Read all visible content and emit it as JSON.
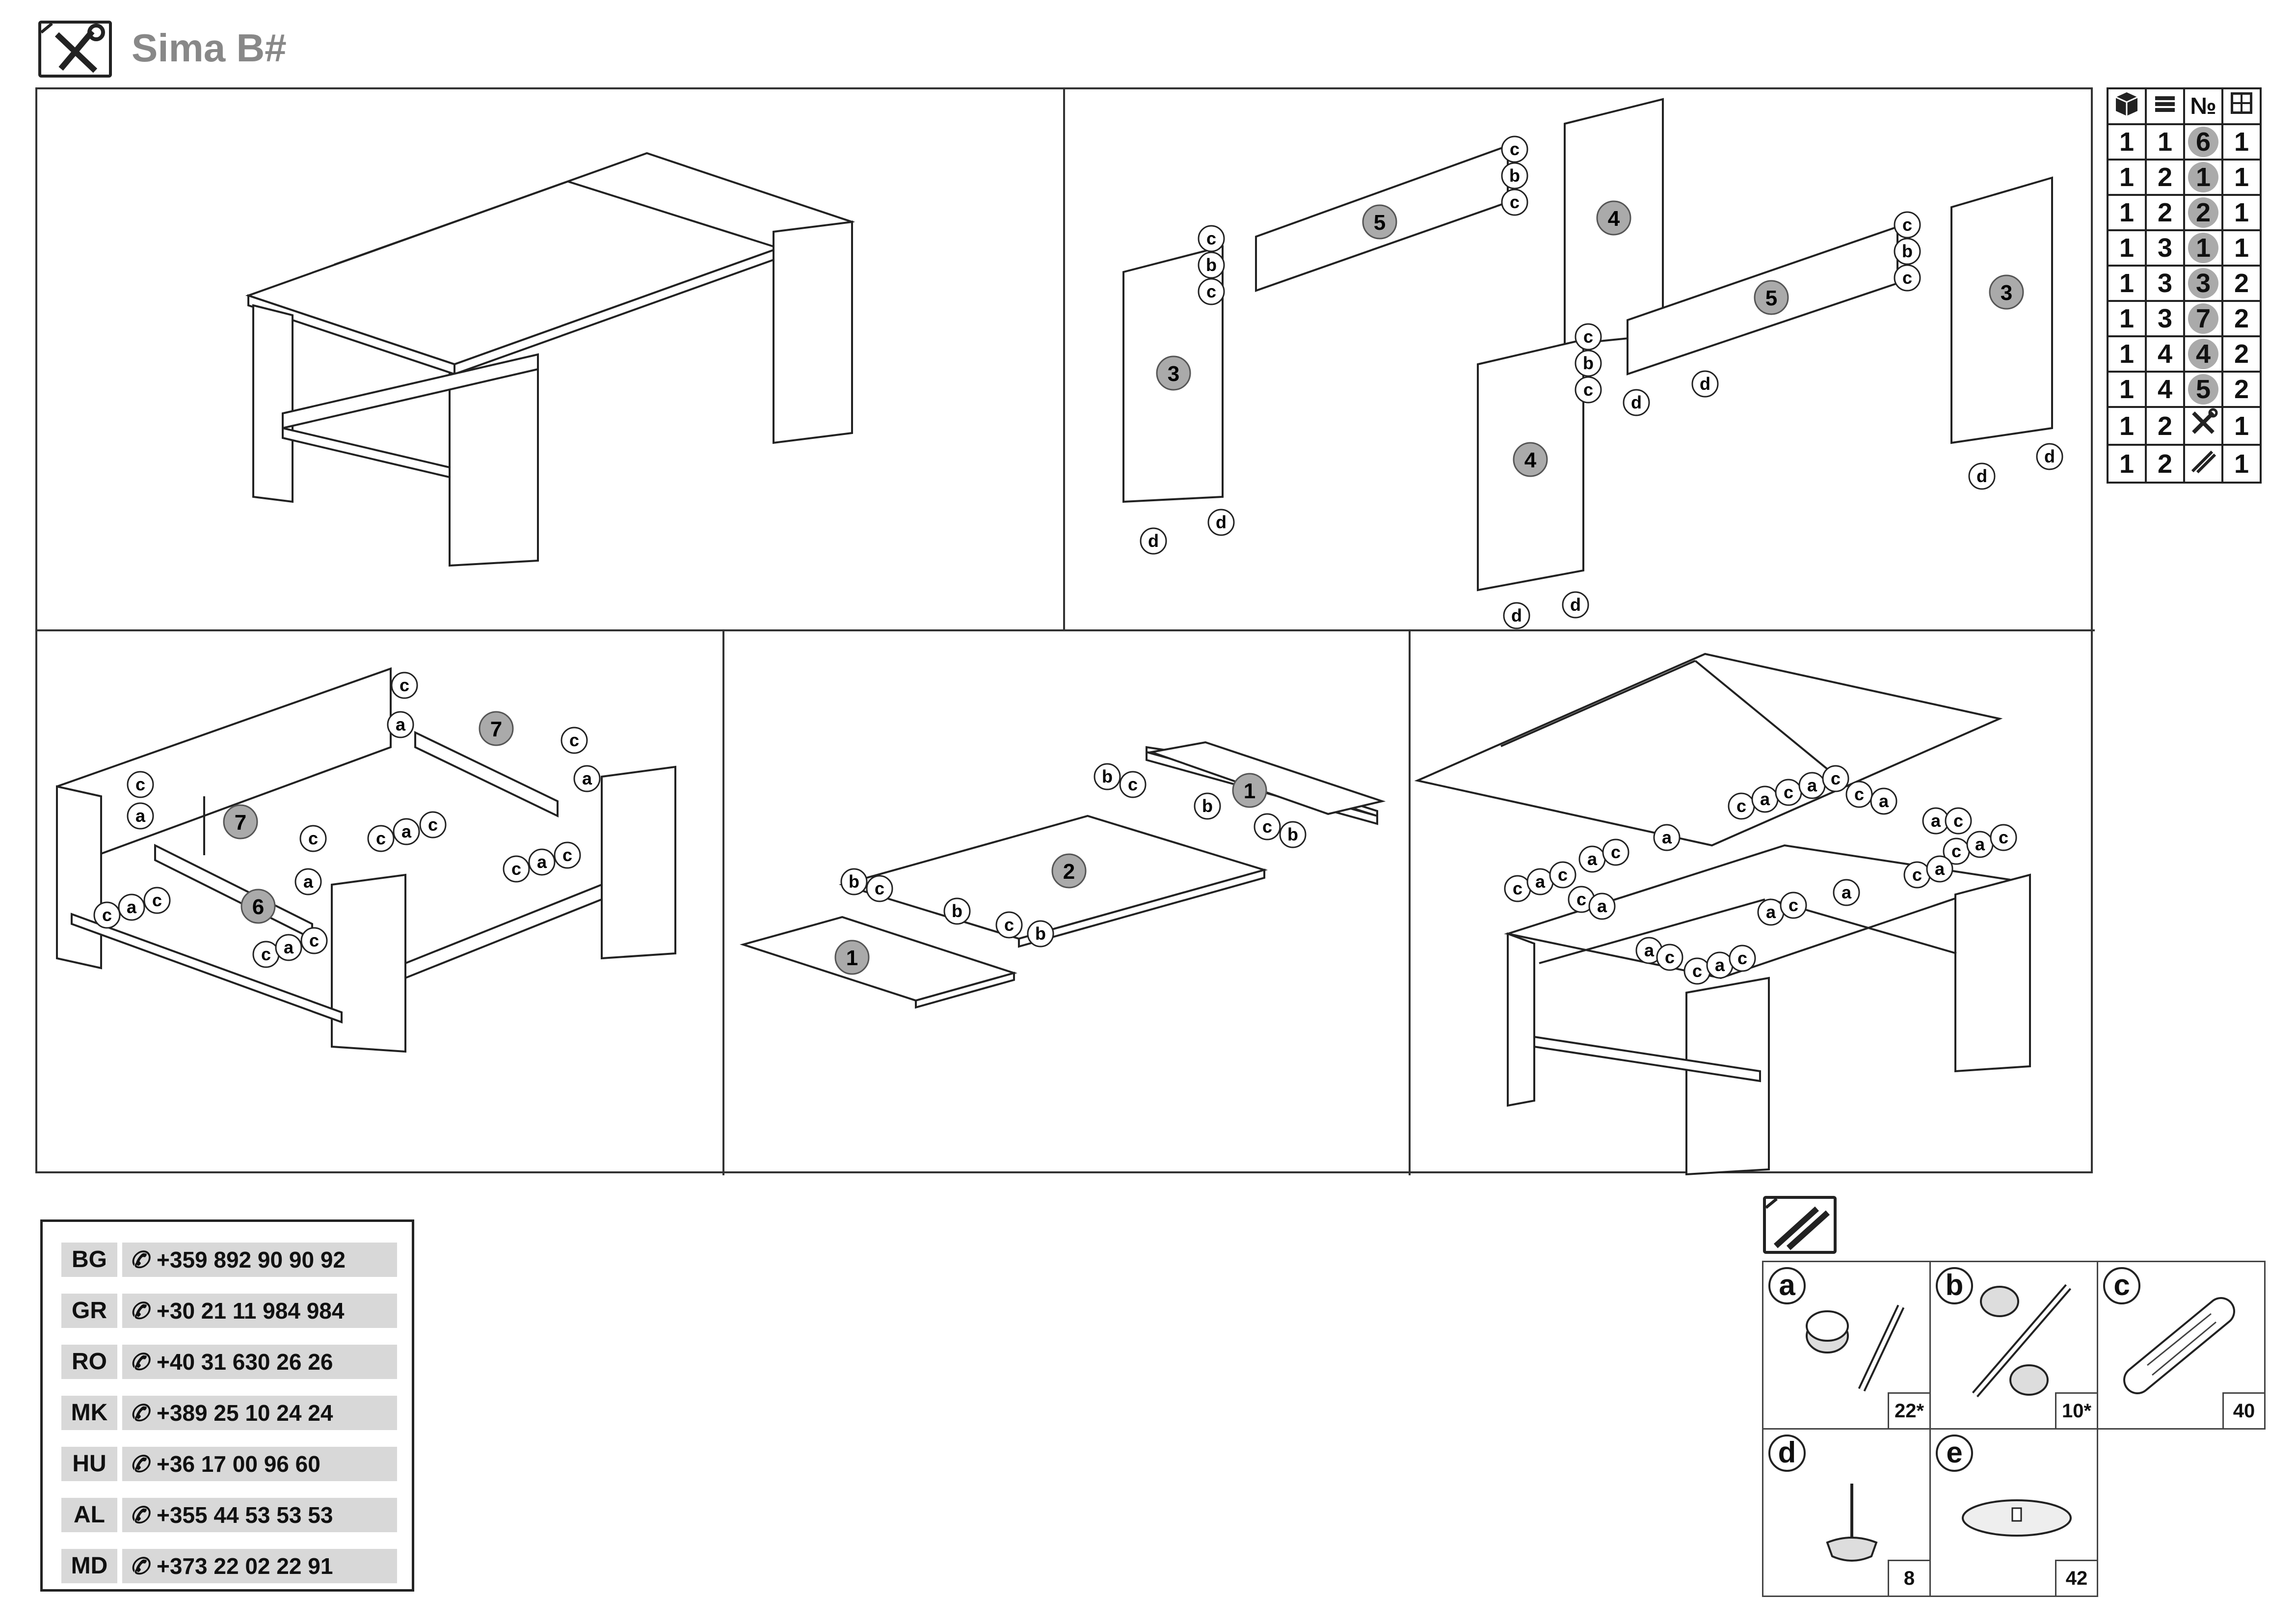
{
  "header": {
    "title": "Sima B#",
    "icon": "tools-icon"
  },
  "parts_table": {
    "header_icons": [
      "box-icon",
      "layers-icon",
      "number-sign",
      "parts-grid-icon"
    ],
    "number_header": "№",
    "rows": [
      {
        "box": "1",
        "layer": "1",
        "part": "6",
        "qty": "1"
      },
      {
        "box": "1",
        "layer": "2",
        "part": "1",
        "qty": "1"
      },
      {
        "box": "1",
        "layer": "2",
        "part": "2",
        "qty": "1"
      },
      {
        "box": "1",
        "layer": "3",
        "part": "1",
        "qty": "1"
      },
      {
        "box": "1",
        "layer": "3",
        "part": "3",
        "qty": "2"
      },
      {
        "box": "1",
        "layer": "3",
        "part": "7",
        "qty": "2"
      },
      {
        "box": "1",
        "layer": "4",
        "part": "4",
        "qty": "2"
      },
      {
        "box": "1",
        "layer": "4",
        "part": "5",
        "qty": "2"
      },
      {
        "box": "1",
        "layer": "2",
        "part": "tools-icon",
        "qty": "1"
      },
      {
        "box": "1",
        "layer": "2",
        "part": "fittings-icon",
        "qty": "1"
      }
    ]
  },
  "step2_labels": {
    "p3a": "3",
    "p5a": "5",
    "p4a": "4",
    "p4b": "4",
    "p5b": "5",
    "p3b": "3",
    "b": "b",
    "c": "c",
    "d": "d"
  },
  "step3_labels": {
    "p7a": "7",
    "p7b": "7",
    "p6": "6",
    "a": "a",
    "c": "c"
  },
  "step4_labels": {
    "p1a": "1",
    "p2": "2",
    "p1b": "1",
    "b": "b",
    "c": "c"
  },
  "step5_labels": {
    "a": "a",
    "c": "c"
  },
  "phones": [
    {
      "code": "BG",
      "number": "+359 892 90 90 92"
    },
    {
      "code": "GR",
      "number": "+30 21 11 984 984"
    },
    {
      "code": "RO",
      "number": "+40 31 630 26 26"
    },
    {
      "code": "MK",
      "number": "+389 25 10 24 24"
    },
    {
      "code": "HU",
      "number": "+36 17 00 96 60"
    },
    {
      "code": "AL",
      "number": "+355 44 53 53 53"
    },
    {
      "code": "MD",
      "number": "+373 22 02 22 91"
    }
  ],
  "hardware": [
    {
      "letter": "a",
      "qty": "22*",
      "icon": "cam-lock-bolt-icon"
    },
    {
      "letter": "b",
      "qty": "10*",
      "icon": "double-cam-bolt-icon"
    },
    {
      "letter": "c",
      "qty": "40",
      "icon": "wooden-dowel-icon"
    },
    {
      "letter": "d",
      "qty": "8",
      "icon": "glide-nail-icon"
    },
    {
      "letter": "e",
      "qty": "42",
      "icon": "cover-cap-icon"
    }
  ],
  "hardware_header_icon": "fittings-icon",
  "phone_icon": "phone-icon"
}
